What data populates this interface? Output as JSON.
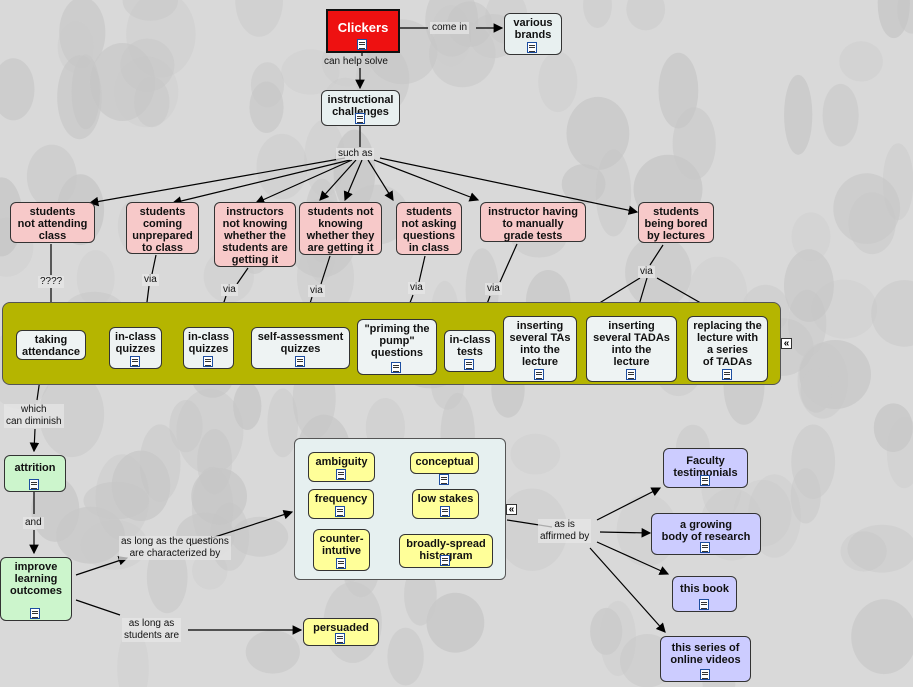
{
  "concept_map": {
    "main": "Clickers",
    "nodes": {
      "brands": "various\nbrands",
      "challenges": "instructional\nchallenges",
      "c1": "students\nnot attending\nclass",
      "c2": "students\ncoming\nunprepared\nto class",
      "c3": "instructors\nnot knowing\nwhether the\nstudents are\ngetting it",
      "c4": "students not\nknowing\nwhether they\nare getting it",
      "c5": "students\nnot asking\nquestions\nin class",
      "c6": "instructor having\nto manually\ngrade tests",
      "c7": "students\nbeing bored\nby lectures",
      "s1": "taking\nattendance",
      "s2": "in-class\nquizzes",
      "s3": "in-class\nquizzes",
      "s4": "self-assessment\nquizzes",
      "s5": "\"priming the\npump\"\nquestions",
      "s6": "in-class\ntests",
      "s7": "inserting\nseveral TAs\ninto the\nlecture",
      "s8": "inserting\nseveral TADAs\ninto the\nlecture",
      "s9": "replacing the\nlecture with\na series\nof TADAs",
      "attrition": "attrition",
      "improve": "improve\nlearning\noutcomes",
      "q1": "ambiguity",
      "q2": "conceptual",
      "q3": "frequency",
      "q4": "low stakes",
      "q5": "counter-\nintutive",
      "q6": "broadly-spread\nhistogram",
      "persuaded": "persuaded",
      "a1": "Faculty\ntestimonials",
      "a2": "a growing\nbody of research",
      "a3": "this book",
      "a4": "this series of\nonline videos"
    },
    "links": {
      "come_in": "come in",
      "can_help": "can help solve",
      "such_as": "such as",
      "q4": "????",
      "via": "via",
      "diminish": "which\ncan diminish",
      "and": "and",
      "long_q": "as long as the questions\nare characterized by",
      "long_s": "as long as\nstudents are",
      "affirmed": "as is\naffirmed by"
    },
    "collapse_glyph": "«"
  },
  "colors": {
    "main": "#ee1111",
    "challenge": "#f7c9c9",
    "band": "#b5b500",
    "outcome": "#ccf5cc",
    "characteristic": "#ffff99",
    "evidence": "#ccccff"
  }
}
